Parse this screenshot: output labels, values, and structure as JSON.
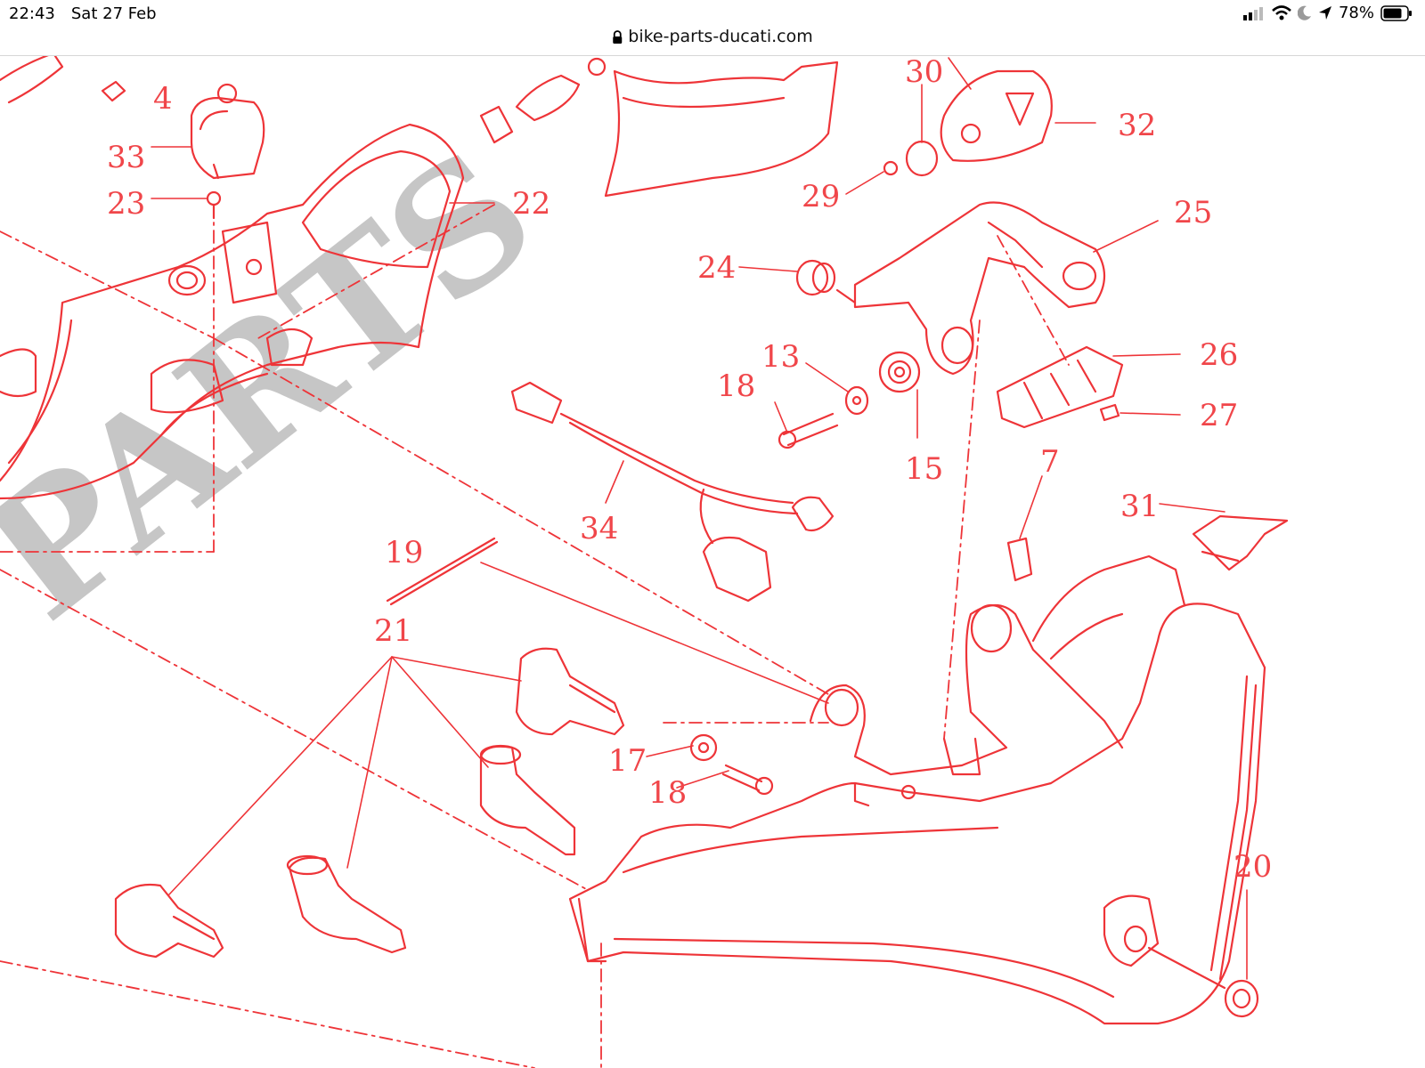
{
  "status_bar": {
    "time": "22:43",
    "date": "Sat 27 Feb",
    "battery": "78%"
  },
  "browser": {
    "url": "bike-parts-ducati.com"
  },
  "diagram": {
    "watermark": "PARTS",
    "part_labels": [
      "4",
      "33",
      "23",
      "22",
      "30",
      "32",
      "29",
      "25",
      "24",
      "13",
      "18",
      "26",
      "15",
      "27",
      "34",
      "7",
      "31",
      "19",
      "21",
      "17",
      "18",
      "20"
    ]
  },
  "colors": {
    "line": "#ee3438",
    "label": "#f0464a",
    "watermark": "#b8b8b8"
  }
}
